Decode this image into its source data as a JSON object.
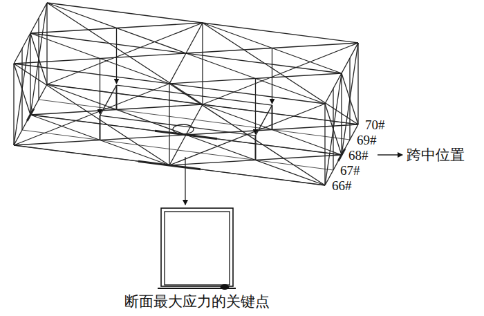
{
  "diagram": {
    "labels": [
      "70#",
      "69#",
      "68#",
      "67#",
      "66#",
      "跨中位置",
      "断面最大应力的关键点"
    ]
  }
}
